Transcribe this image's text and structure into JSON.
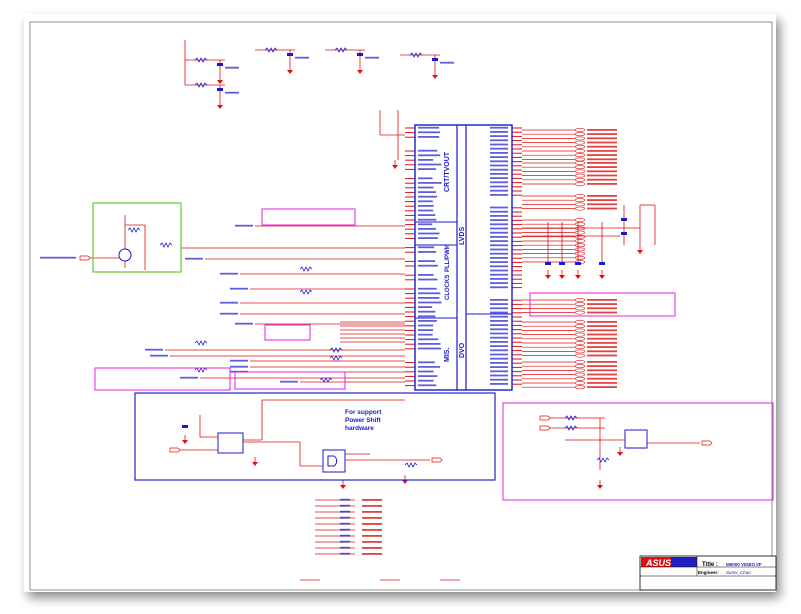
{
  "chip": {
    "sections": {
      "crt": "CRT/TVOUT",
      "pll": "PLL/PWM",
      "clocks": "CLOCKS",
      "misc": "MIS.",
      "lvds": "LVDS",
      "dvo": "DVO"
    }
  },
  "power_shift_note": [
    "For support",
    "Power Shift",
    "hardware"
  ],
  "title_block": {
    "logo": "ASUS",
    "title_label": "Title :",
    "title_value": "M6000 VIDEO I/F",
    "engineer_label": "Engineer:",
    "engineer_value": "Sunni_Chao"
  },
  "colors": {
    "net": "#dd1111",
    "component": "#1a1acc",
    "annotation_box": "#e020e0",
    "highlight_box": "#66cc33",
    "power_shift_box": "#2222cc"
  }
}
